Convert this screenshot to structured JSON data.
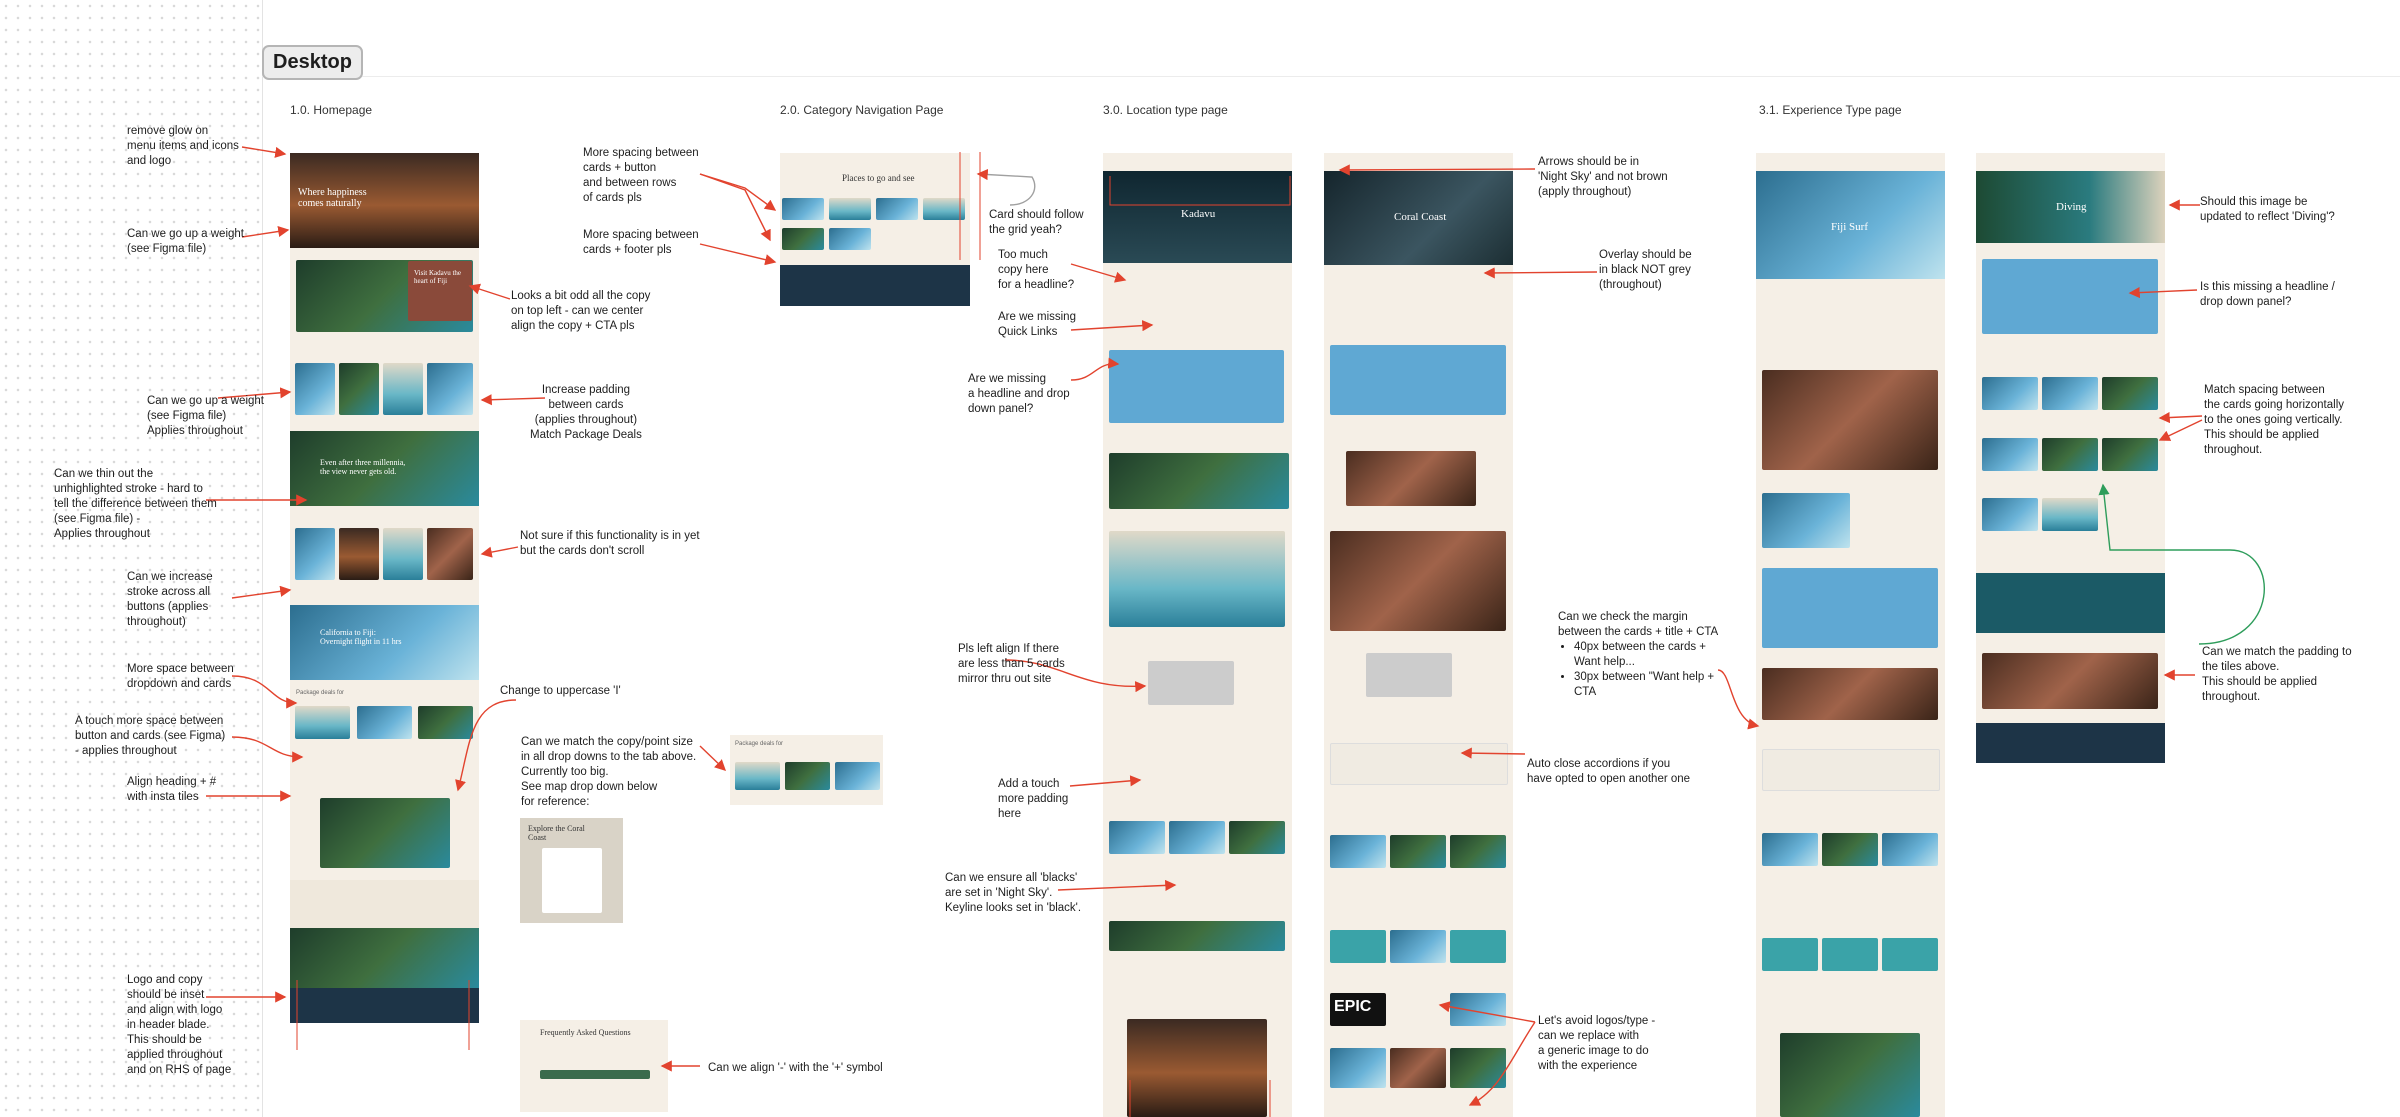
{
  "header": {
    "frame_label": "Desktop"
  },
  "sections": {
    "homepage": "1.0. Homepage",
    "category": "2.0. Category Navigation Page",
    "location": "3.0. Location type page",
    "experience": "3.1. Experience Type page"
  },
  "mock": {
    "hero_home": "Where happiness\ncomes naturally",
    "visit_kadavu": "Visit Kadavu the\nheart of Fiji",
    "millennia": "Even after three millennia,\nthe view never gets old.",
    "california": "California to Fiji:\nOvernight flight in 11 hrs",
    "places": "Places to go and see",
    "kadavu": "Kadavu",
    "coral_coast": "Coral Coast",
    "fiji_surf": "Fiji Surf",
    "diving": "Diving",
    "explore_coral": "Explore the Coral\nCoast",
    "faq": "Frequently Asked Questions",
    "package_deals": "Package deals for",
    "epic": "EPIC"
  },
  "notes": {
    "n01": "remove glow on\nmenu items and icons\nand logo",
    "n02": "Can we go up a weight\n(see Figma file)",
    "n03": "Can we go up a weight\n(see Figma file)\nApplies throughout",
    "n04": "Can we thin out the\nunhighlighted stroke - hard to\ntell the difference between them\n(see Figma file)  -\nApplies throughout",
    "n05": "Can we increase\nstroke across all\nbuttons (applies\nthroughout)",
    "n06": "More space between\ndropdown and cards",
    "n07": "A touch more space between\nbutton and cards (see Figma)\n- applies throughout",
    "n08": "Align heading + #\nwith insta tiles",
    "n09": "Logo and copy\nshould be inset\nand align with logo\nin header blade.\nThis should be\napplied throughout\nand on RHS of page",
    "n10": "Looks a bit odd all the copy\non top left - can we center\nalign the copy + CTA pls",
    "n11": "Increase padding\nbetween cards\n(applies throughout)\nMatch Package Deals",
    "n12": "Not sure if this functionality is in yet\nbut the cards don't scroll",
    "n13": "Change to uppercase 'I'",
    "n14": "Can we match the copy/point size\nin all drop downs to the tab above.\nCurrently too big.\nSee map drop down below\nfor reference:",
    "n15": "Can we align '-' with the '+' symbol",
    "n16": "More spacing  between\ncards + button\nand between rows\nof cards pls",
    "n17": "More spacing  between\ncards + footer pls",
    "n18": "Card should follow\nthe grid yeah?",
    "n19": "Too much\ncopy here\nfor a headline?",
    "n20": "Are we missing\nQuick Links",
    "n21": "Are we missing\na headline and drop\ndown panel?",
    "n22": "Pls left align If there\nare less than 5 cards\nmirror thru out site",
    "n23": "Add a touch\nmore padding\nhere",
    "n24": "Can we ensure all 'blacks'\nare set in 'Night Sky'.\nKeyline looks set in 'black'.",
    "n25": "Arrows should be in\n'Night Sky' and not brown\n(apply throughout)",
    "n26": "Overlay should be\nin black NOT grey\n(throughout)",
    "n27_intro": "Can we check the margin\nbetween the cards + title + CTA",
    "n27_b1": "40px between the cards +\nWant help...",
    "n27_b2": "30px between \"Want help +\nCTA",
    "n28": "Auto close accordions if you\nhave opted to open another one",
    "n29": "Let's avoid logos/type -\ncan we replace with\na generic image to do\nwith the experience",
    "n30": "Should this image be\nupdated to reflect 'Diving'?",
    "n31": "Is this missing a headline /\ndrop down panel?",
    "n32": "Match spacing between\nthe cards going horizontally\nto the ones going vertically.\nThis should be applied\nthroughout.",
    "n33": "Can we match the padding to\nthe tiles above.\nThis should be applied\nthroughout."
  },
  "colors": {
    "annotation": "#e2432e",
    "night_sky": "#1d3447",
    "page_bg": "#f5efe6",
    "green_arrow": "#2e9d5b"
  }
}
